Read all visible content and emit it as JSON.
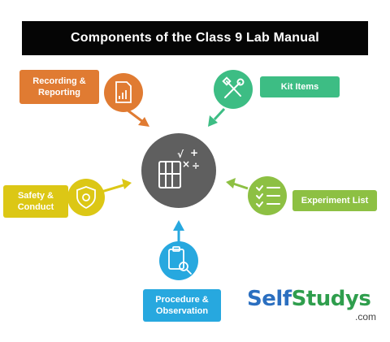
{
  "title": "Components of the Class 9 Lab Manual",
  "center": {
    "color": "#5f5f5f",
    "icons": [
      "lab-manual-book-icon",
      "math-symbols-icon"
    ],
    "symbols": [
      "√",
      "+",
      "×",
      "÷"
    ]
  },
  "nodes": {
    "recording": {
      "line1": "Recording &",
      "line2": "Reporting",
      "color": "#e07b32",
      "icon": "report-document-icon"
    },
    "kit": {
      "label": "Kit Items",
      "color": "#3dbd84",
      "icon": "tools-icon"
    },
    "safety": {
      "line1": "Safety &",
      "line2": "Conduct",
      "color": "#dcc715",
      "icon": "safety-shield-icon"
    },
    "experiment": {
      "label": "Experiment List",
      "color": "#8dc043",
      "icon": "checklist-icon"
    },
    "procedure": {
      "line1": "Procedure &",
      "line2": "Observation",
      "color": "#27a8df",
      "icon": "clipboard-search-icon"
    }
  },
  "brand": {
    "part1": "Self",
    "part2": "Studys",
    "suffix": ".com"
  }
}
